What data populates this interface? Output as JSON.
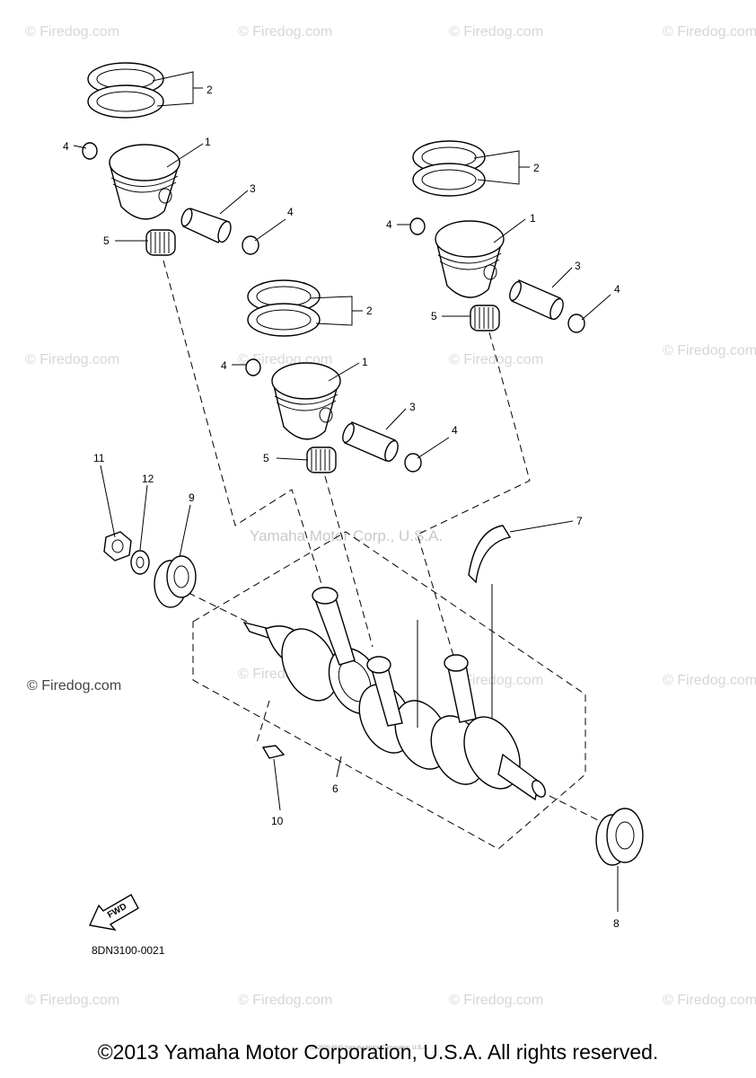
{
  "watermarks": {
    "text": "© Firedog.com",
    "center": "Yamaha Motor Corp., U.S.A."
  },
  "callouts": {
    "piston": "1",
    "rings": "2",
    "pin": "3",
    "clip": "4",
    "bearing": "5",
    "crankshaft": "6",
    "half_ring": "7",
    "oil_seal_right": "8",
    "oil_seal_left": "9",
    "key": "10",
    "nut": "11",
    "washer": "12"
  },
  "fwd_label": "FWD",
  "diagram_code": "8DN3100-0021",
  "tiny_note": "(c) 2000-2015 Yamaha Motor Corporation, U.S.A.",
  "copyright": "©2013 Yamaha Motor Corporation, U.S.A. All rights reserved."
}
